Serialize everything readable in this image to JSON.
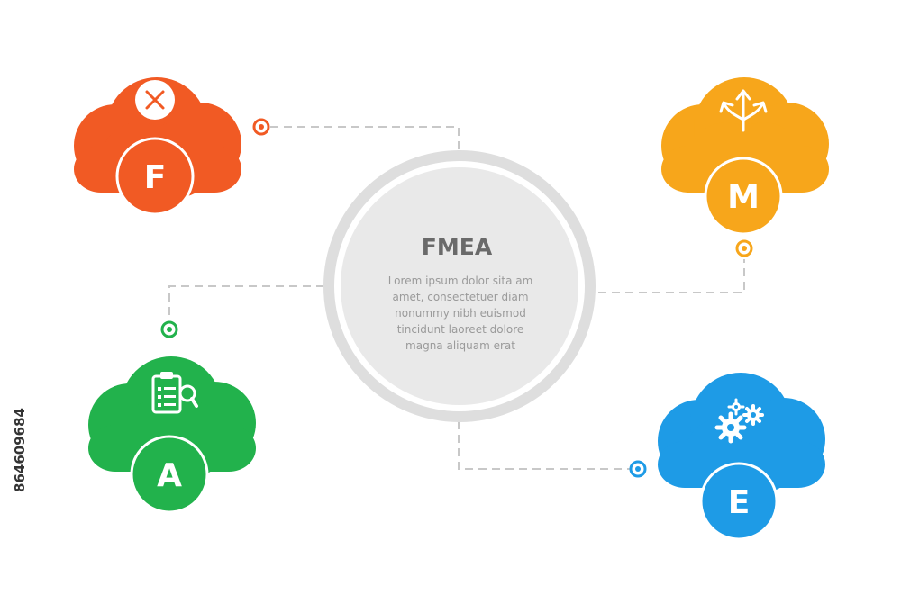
{
  "center": {
    "title": "FMEA",
    "lines": [
      "Lorem ipsum dolor sita am",
      "amet, consectetuer diam",
      "nonummy  nibh euismod",
      "tincidunt laoreet dolore",
      "magna aliquam erat"
    ]
  },
  "nodes": [
    {
      "key": "f",
      "letter": "F",
      "color": "#f15a24",
      "icon": "close-circle-icon"
    },
    {
      "key": "m",
      "letter": "M",
      "color": "#f7a61b",
      "icon": "split-arrows-icon"
    },
    {
      "key": "a",
      "letter": "A",
      "color": "#22b24c",
      "icon": "clipboard-search-icon"
    },
    {
      "key": "e",
      "letter": "E",
      "color": "#1e9be6",
      "icon": "gears-icon"
    }
  ],
  "colors": {
    "ring": "#dedede",
    "disc": "#e9e9e9",
    "connector": "#c8c8c8"
  },
  "stock_id": "864609684"
}
